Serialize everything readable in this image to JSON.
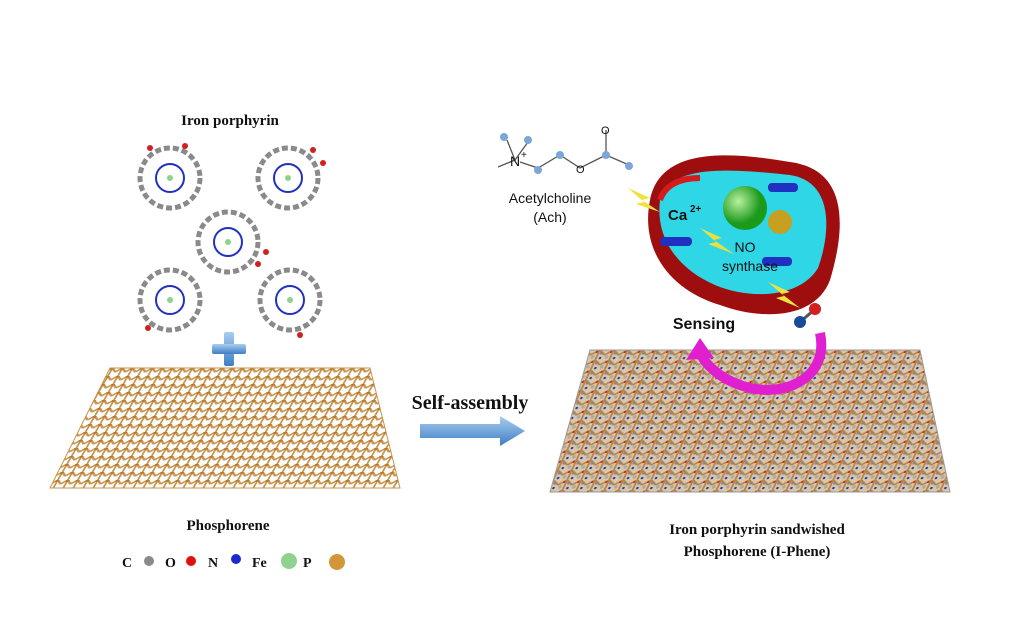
{
  "labels": {
    "iron_porphyrin": "Iron porphyrin",
    "phosphorene": "Phosphorene",
    "self_assembly": "Self-assembly",
    "product_line1": "Iron porphyrin sandwished",
    "product_line2": "Phosphorene (I-Phene)",
    "acetylcholine": "Acetylcholine",
    "ach": "(Ach)",
    "calcium": "Ca",
    "calcium_charge": "2+",
    "no": "NO",
    "synthase": "synthase",
    "sensing": "Sensing",
    "mol_n": "N",
    "mol_plus": "+",
    "mol_o1": "O",
    "mol_o2": "O"
  },
  "legend": [
    {
      "label": "C",
      "color": "#8a8a8a"
    },
    {
      "label": "O",
      "color": "#e01010"
    },
    {
      "label": "N",
      "color": "#1a2ad0"
    },
    {
      "label": "Fe",
      "color": "#8fd28f"
    },
    {
      "label": "P",
      "color": "#d4963a"
    }
  ],
  "colors": {
    "phosphorus": "#c8944e",
    "carbon": "#9a9a9a",
    "arrow": "#5b9bd5",
    "cell_membrane": "#c41a1a",
    "cytoplasm": "#2fd6e6",
    "sensing_arrow": "#e020d0"
  }
}
